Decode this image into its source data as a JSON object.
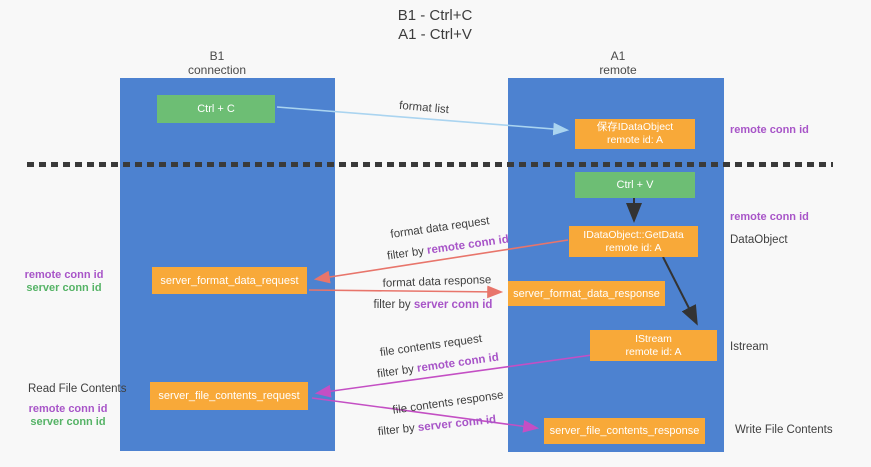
{
  "title": {
    "line1": "B1 - Ctrl+C",
    "line2": "A1 - Ctrl+V"
  },
  "columns": {
    "left": {
      "name": "B1",
      "subtitle": "connection"
    },
    "right": {
      "name": "A1",
      "subtitle": "remote"
    }
  },
  "boxes": {
    "ctrl_c": {
      "label": "Ctrl + C"
    },
    "ctrl_v": {
      "label": "Ctrl + V"
    },
    "save_dataobject": {
      "line1": "保存IDataObject",
      "line2": "remote id: A"
    },
    "getdata": {
      "line1": "IDataObject::GetData",
      "line2": "remote id: A"
    },
    "istream": {
      "line1": "IStream",
      "line2": "remote id: A"
    },
    "server_format_data_request": {
      "label": "server_format_data_request"
    },
    "server_format_data_response": {
      "label": "server_format_data_response"
    },
    "server_file_contents_request": {
      "label": "server_file_contents_request"
    },
    "server_file_contents_response": {
      "label": "server_file_contents_response"
    }
  },
  "annotations": {
    "remote_conn_id_top": "remote conn id",
    "remote_conn_id_mid": "remote conn id",
    "dataobject": "DataObject",
    "istream": "Istream",
    "write_file_contents": "Write File Contents",
    "read_file_contents": "Read File Contents",
    "left_mid_remote": "remote conn id",
    "left_mid_server": "server conn id",
    "left_bottom_remote": "remote conn id",
    "left_bottom_server": "server conn id"
  },
  "arrow_labels": {
    "format_list": "format list",
    "format_data_request": "format data request",
    "format_data_response": "format data response",
    "file_contents_request": "file contents request",
    "file_contents_response": "file contents response",
    "filter_by": "filter by ",
    "remote_conn_id": "remote conn id",
    "server_conn_id": "server conn id"
  },
  "colors": {
    "background": "#f8f8f8",
    "column_blue": "#4d82d0",
    "box_orange": "#f8a939",
    "box_green": "#6dbe74",
    "arrow_light_blue": "#aad4f0",
    "arrow_black": "#333333",
    "arrow_salmon": "#e8756b",
    "arrow_magenta": "#c44fc4",
    "text_purple": "#a855c8",
    "text_green": "#55b366",
    "dashed_line": "#3a3a3a"
  }
}
